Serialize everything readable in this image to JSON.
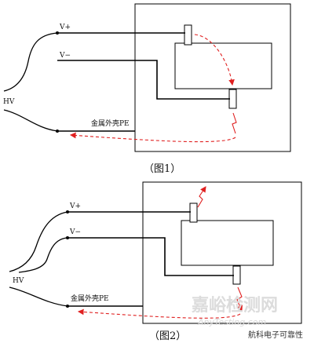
{
  "figure1": {
    "label_vplus": "V+",
    "label_vminus": "V−",
    "label_hv": "HV",
    "label_pe": "金属外壳PE",
    "caption": "（图1）"
  },
  "figure2": {
    "label_vplus": "V+",
    "label_vminus": "V−",
    "label_hv": "HV",
    "label_pe": "金属外壳PE",
    "caption": "（图2）"
  },
  "watermark": {
    "site_cn": "嘉峪检测网",
    "site_url": "AnyTesting.com",
    "source": "航科电子可靠性"
  },
  "colors": {
    "wire": "#000000",
    "arrow": "#e02020",
    "watermark": "#dcdcdc"
  }
}
